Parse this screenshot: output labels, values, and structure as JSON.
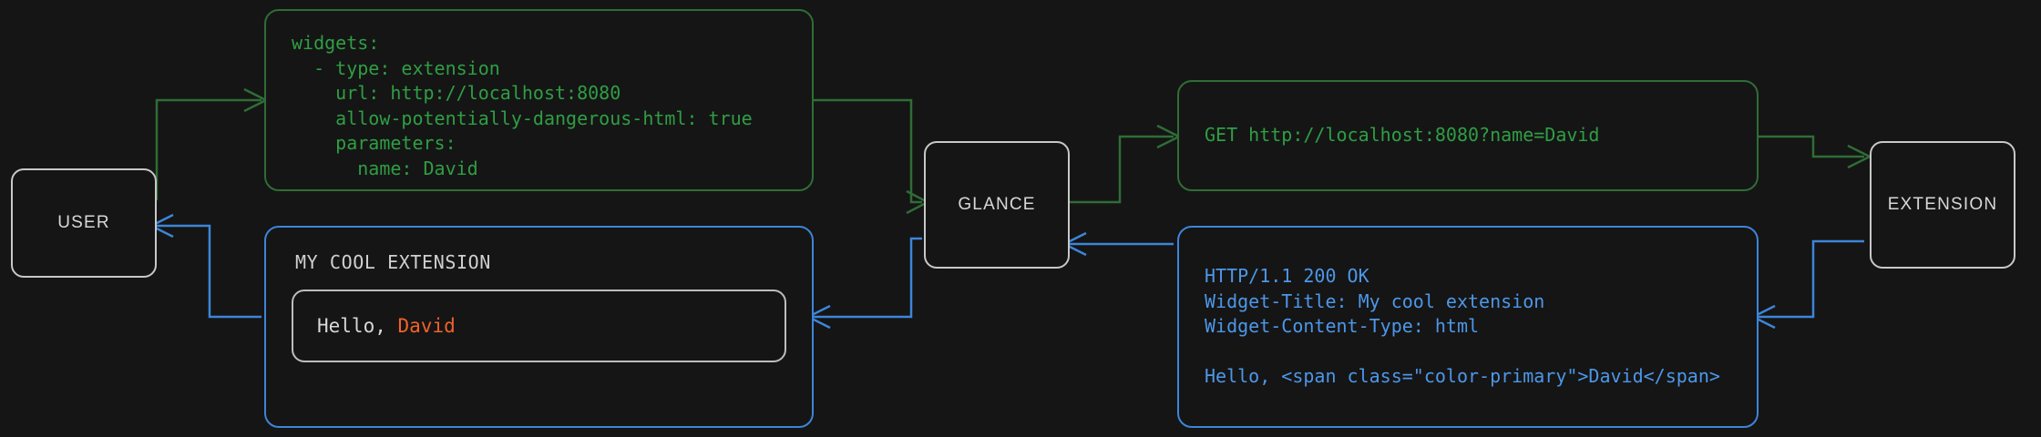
{
  "theme": {
    "background": "#151515",
    "node_border": "#c8c8c8",
    "node_text": "#d8d8d8",
    "request_color": "#2f9e44",
    "response_color": "#4d97e8",
    "accent_color": "#f0622b"
  },
  "nodes": {
    "user": {
      "label": "USER"
    },
    "glance": {
      "label": "GLANCE"
    },
    "extension": {
      "label": "EXTENSION"
    }
  },
  "config_box": {
    "color": "#2f9e44",
    "code": "widgets:\n  - type: extension\n    url: http://localhost:8080\n    allow-potentially-dangerous-html: true\n    parameters:\n      name: David"
  },
  "request_box": {
    "color": "#2f9e44",
    "code": "GET http://localhost:8080?name=David"
  },
  "response_box": {
    "color": "#4d97e8",
    "code": "HTTP/1.1 200 OK\nWidget-Title: My cool extension\nWidget-Content-Type: html\n\nHello, <span class=\"color-primary\">David</span>"
  },
  "widget_box": {
    "color": "#4d97e8",
    "title": "MY COOL EXTENSION",
    "greeting_prefix": "Hello, ",
    "greeting_name": "David"
  }
}
